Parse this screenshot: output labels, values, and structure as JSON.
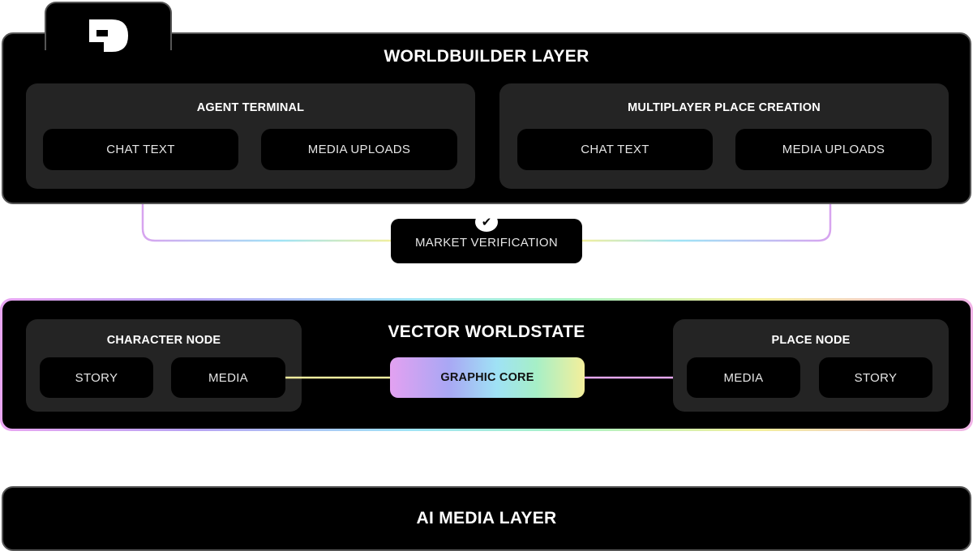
{
  "worldbuilder": {
    "title": "WORLDBUILDER LAYER",
    "groups": [
      {
        "title": "AGENT TERMINAL",
        "items": [
          "CHAT TEXT",
          "MEDIA UPLOADS"
        ]
      },
      {
        "title": "MULTIPLAYER PLACE CREATION",
        "items": [
          "CHAT TEXT",
          "MEDIA UPLOADS"
        ]
      }
    ]
  },
  "market_verification": {
    "label": "MARKET VERIFICATION",
    "icon": "check-icon"
  },
  "vector_worldstate": {
    "title": "VECTOR WORLDSTATE",
    "character_node": {
      "title": "CHARACTER NODE",
      "items": [
        "STORY",
        "MEDIA"
      ]
    },
    "graphic_core": "GRAPHIC CORE",
    "place_node": {
      "title": "PLACE NODE",
      "items": [
        "MEDIA",
        "STORY"
      ]
    }
  },
  "ai_media": {
    "title": "AI MEDIA LAYER"
  },
  "colors": {
    "panel": "#000000",
    "group": "#242424",
    "border": "#555555",
    "gradient": [
      "#e9a6f2",
      "#b7a3f3",
      "#9fe3f6",
      "#a8f2c5",
      "#f3ef9c"
    ]
  }
}
